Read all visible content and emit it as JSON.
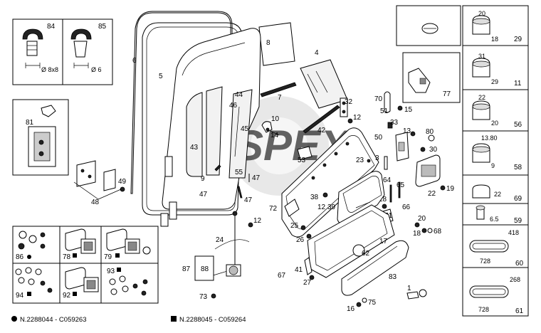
{
  "footer": {
    "left": "N.2288044 - C059263",
    "right": "N.2288045 - C059264"
  },
  "watermark": "SPEX",
  "callouts": {
    "c84": "84",
    "c85": "85",
    "c81": "81",
    "c48": "48",
    "c49": "49",
    "c6": "6",
    "c5": "5",
    "c8": "8",
    "c4": "4",
    "c7": "7",
    "c44": "44",
    "c46": "46",
    "c45": "45",
    "c43": "43",
    "c9": "9",
    "c55": "55",
    "c47a": "47",
    "c47b": "47",
    "c47c": "47",
    "c10": "10",
    "c14": "14",
    "c42": "42",
    "c32": "32",
    "c12a": "12",
    "c70": "70",
    "c51": "51",
    "c15": "15",
    "c33": "33",
    "c50": "50",
    "c13": "13",
    "c80": "80",
    "c30": "30",
    "c23": "23",
    "c3": "3",
    "c53": "53",
    "c64": "64",
    "c65": "65",
    "c28": "28",
    "c22": "22",
    "c19": "19",
    "c72": "72",
    "c38": "38",
    "c12b": "12",
    "c39": "39",
    "c66": "66",
    "c71": "71",
    "c20": "20",
    "c18": "18",
    "c68": "68",
    "c12c": "12",
    "c25": "25",
    "c26": "26",
    "c17": "17",
    "c24": "24",
    "c87": "87",
    "c88": "88",
    "c73": "73",
    "c62": "62",
    "c67": "67",
    "c41": "41",
    "c27": "27",
    "c83": "83",
    "c1": "1",
    "c16": "16",
    "c75": "75",
    "c86": "86",
    "c78": "78",
    "c79": "79",
    "c94": "94",
    "c92": "92",
    "c93": "93",
    "c77": "77",
    "c11": "11",
    "c56": "56",
    "c58": "58",
    "c69": "69",
    "c59": "59",
    "c60": "60",
    "c61": "61",
    "c29": "29"
  },
  "dims": {
    "d84": "Ø 8x8",
    "d85": "Ø 6",
    "d29_top": "20",
    "d29_bot": "18",
    "d11_top": "31",
    "d11_bot": "29",
    "d56_top": "22",
    "d56_bot": "20",
    "d58_top": "13.80",
    "d58_bot": "9",
    "d69": "22",
    "d59": "6.5",
    "d60_top": "418",
    "d60_bot": "728",
    "d61_top": "268",
    "d61_bot": "728"
  }
}
